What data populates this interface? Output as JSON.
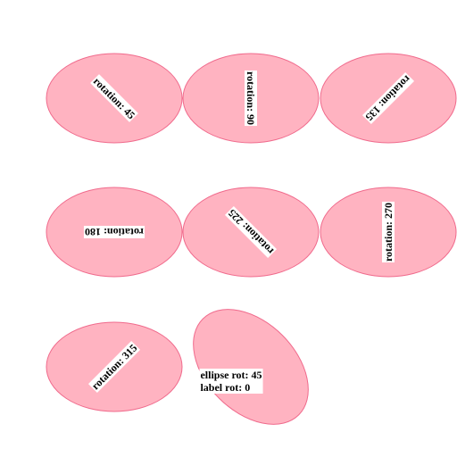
{
  "ellipses": [
    {
      "ellipse_rotation": 0,
      "label_rotation": 45,
      "label_lines": [
        "rotation: 45"
      ]
    },
    {
      "ellipse_rotation": 0,
      "label_rotation": 90,
      "label_lines": [
        "rotation: 90"
      ]
    },
    {
      "ellipse_rotation": 0,
      "label_rotation": 135,
      "label_lines": [
        "rotation: 135"
      ]
    },
    {
      "ellipse_rotation": 0,
      "label_rotation": 180,
      "label_lines": [
        "rotation: 180"
      ]
    },
    {
      "ellipse_rotation": 0,
      "label_rotation": 225,
      "label_lines": [
        "rotation: 225"
      ]
    },
    {
      "ellipse_rotation": 0,
      "label_rotation": 270,
      "label_lines": [
        "rotation: 270"
      ]
    },
    {
      "ellipse_rotation": 0,
      "label_rotation": 315,
      "label_lines": [
        "rotation: 315"
      ]
    },
    {
      "ellipse_rotation": 45,
      "label_rotation": 0,
      "label_lines": [
        "ellipse rot: 45",
        "label rot: 0"
      ]
    }
  ],
  "colors": {
    "fill": "#ffb3c1",
    "stroke": "#f06a8c",
    "label_bg": "#ffffff",
    "text": "#000000"
  }
}
